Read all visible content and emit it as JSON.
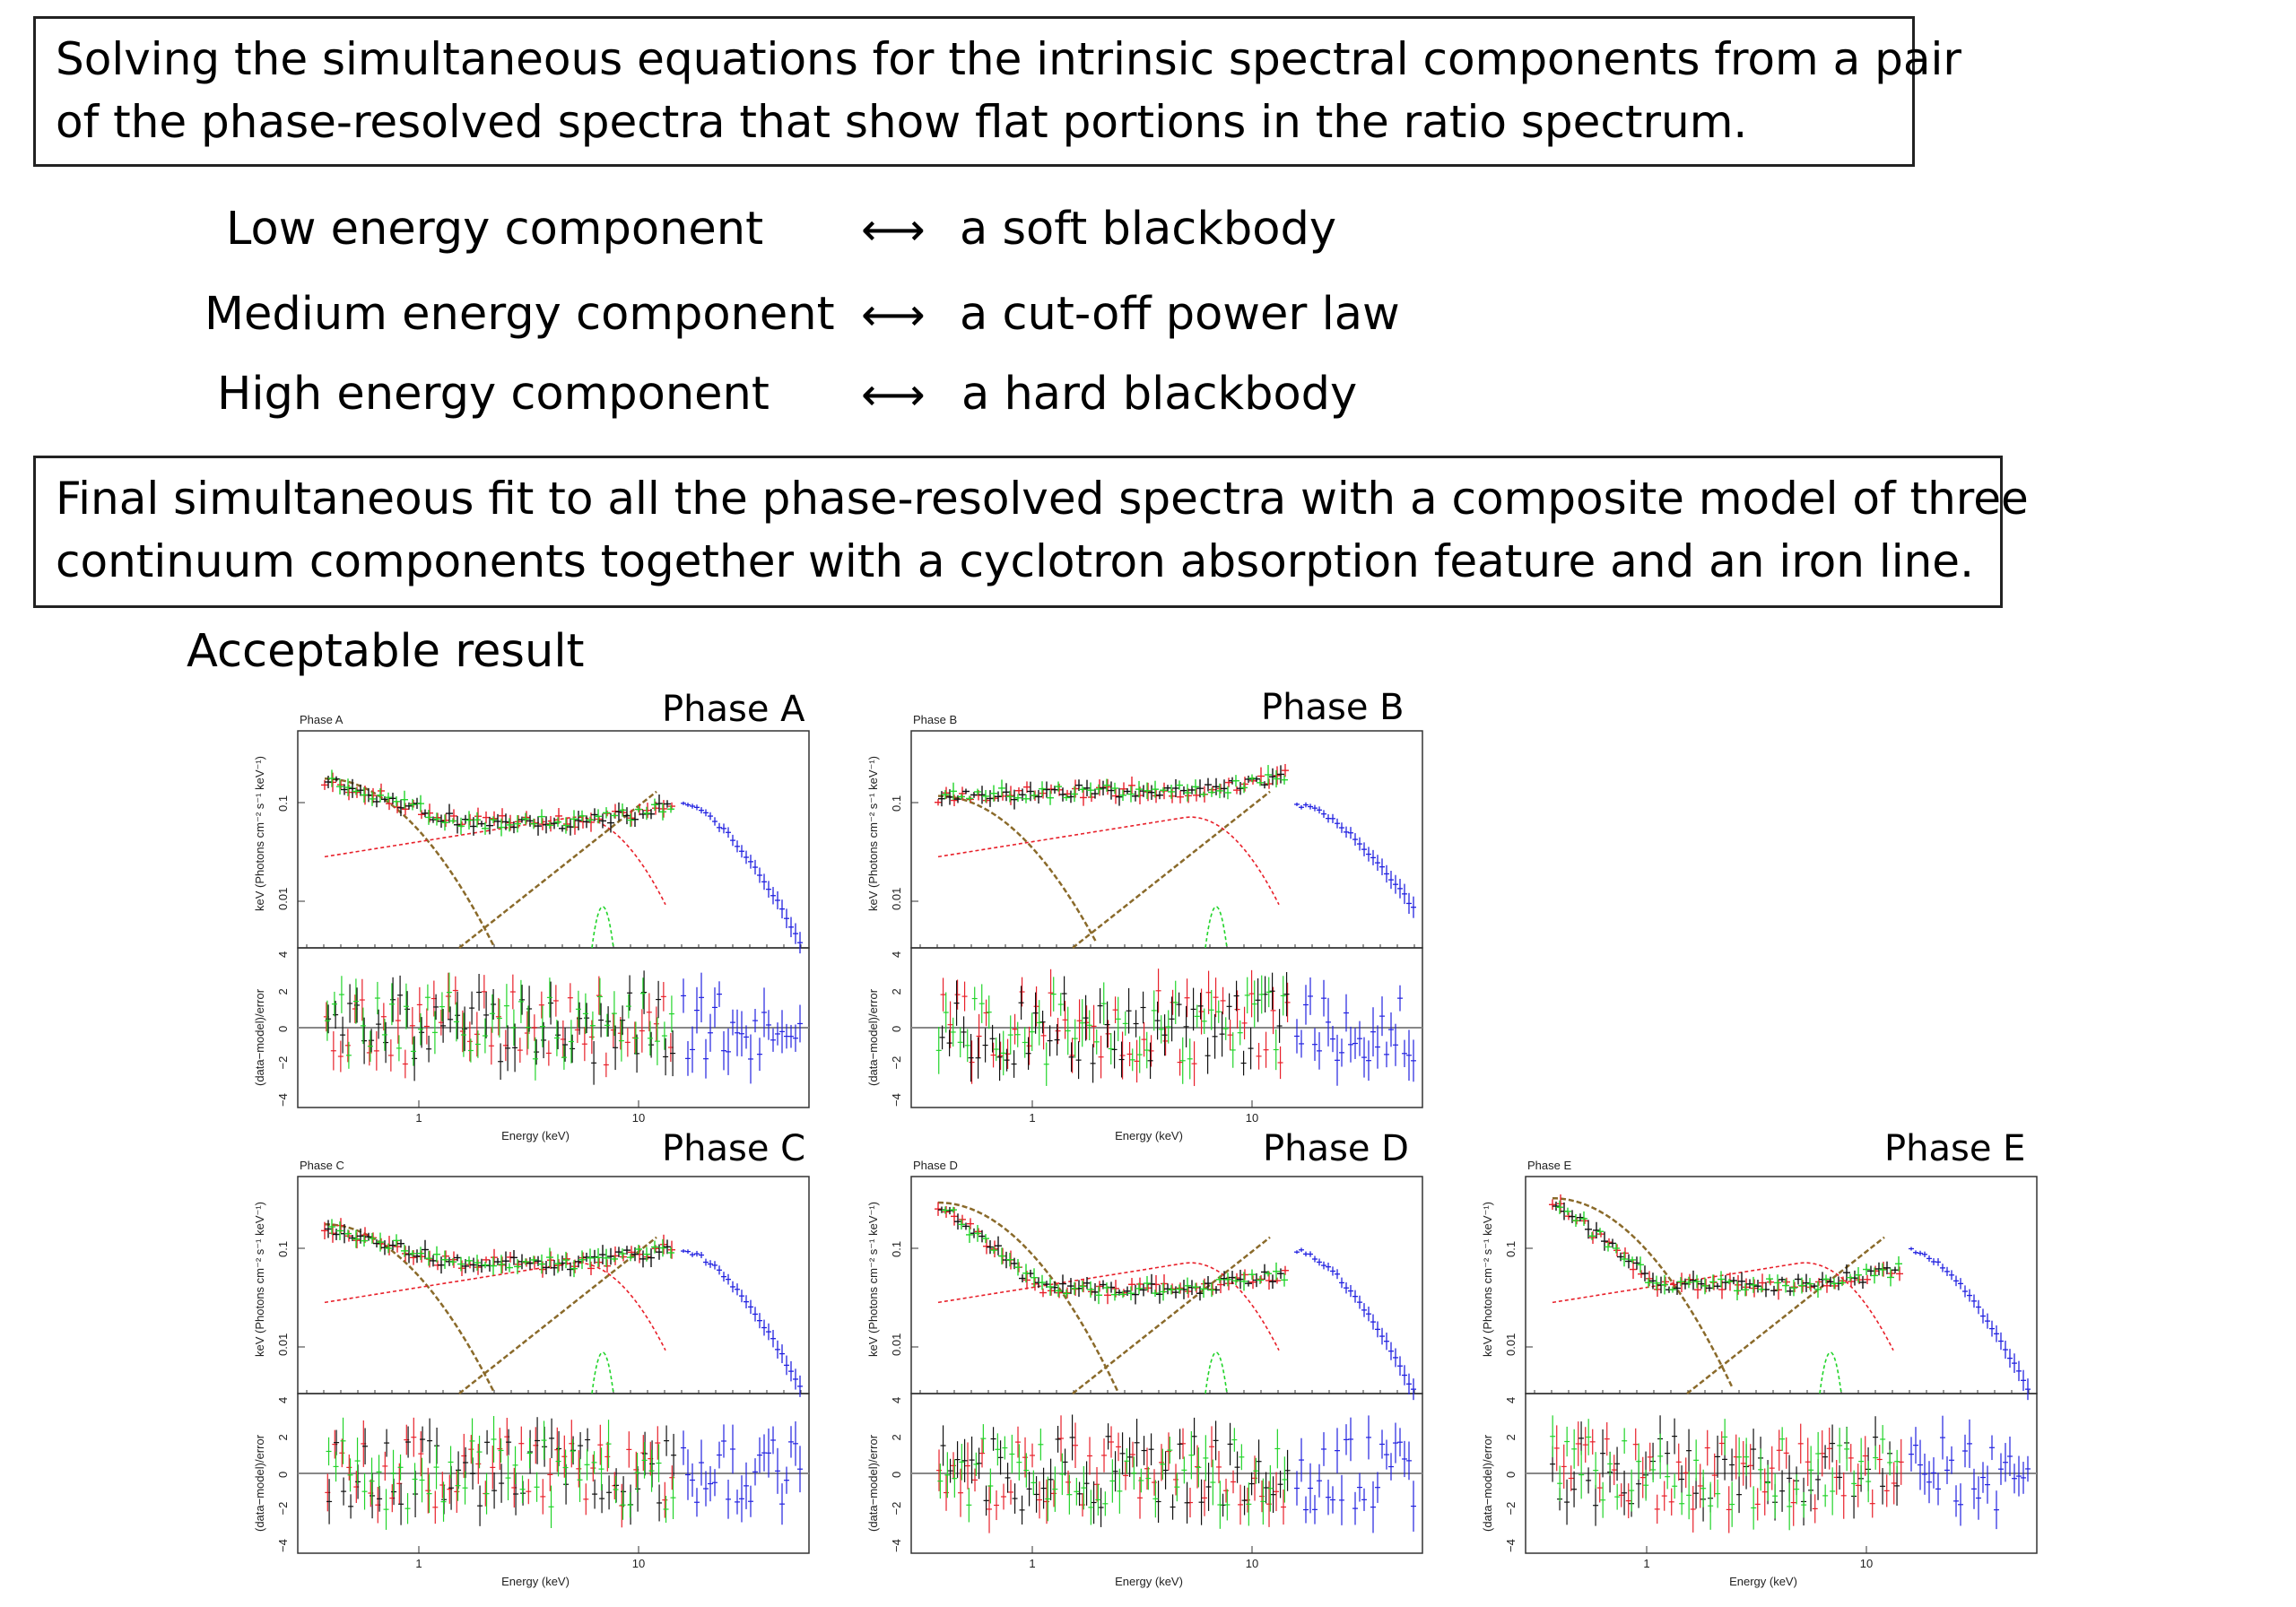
{
  "box1": {
    "line1": "Solving the simultaneous equations for the intrinsic spectral components from a pair",
    "line2": "of the phase-resolved spectra that show flat portions in the ratio spectrum."
  },
  "components": [
    {
      "name": "Low energy component",
      "arrow": "⟷",
      "model": "a soft blackbody"
    },
    {
      "name": "Medium energy component",
      "arrow": "⟷",
      "model": "a cut-off power law"
    },
    {
      "name": "High energy component",
      "arrow": "⟷",
      "model": "a hard blackbody"
    }
  ],
  "box2": {
    "line1": "Final simultaneous fit to all the phase-resolved spectra with a composite model of three",
    "line2": "continuum components together with a cyclotron absorption feature and an iron line."
  },
  "acceptable": "Acceptable result",
  "phases": [
    {
      "title": "Phase A",
      "small_title": "Phase A"
    },
    {
      "title": "Phase B",
      "small_title": "Phase B"
    },
    {
      "title": "Phase C",
      "small_title": "Phase C"
    },
    {
      "title": "Phase D",
      "small_title": "Phase D"
    },
    {
      "title": "Phase E",
      "small_title": "Phase E"
    }
  ],
  "axes": {
    "ylabel_top": "keV (Photons cm⁻² s⁻¹ keV⁻¹)",
    "ylabel_bottom": "(data−model)/error",
    "xlabel": "Energy (keV)",
    "top_ticks": [
      "0.1",
      "0.01"
    ],
    "bottom_ticks": [
      "4",
      "2",
      "0",
      "−2",
      "−4"
    ],
    "x_ticks": [
      "1",
      "10"
    ]
  },
  "colors": {
    "red": "#e8202a",
    "green": "#22d42a",
    "black": "#111111",
    "blue": "#2222e0",
    "model": "#8a6a2a"
  }
}
